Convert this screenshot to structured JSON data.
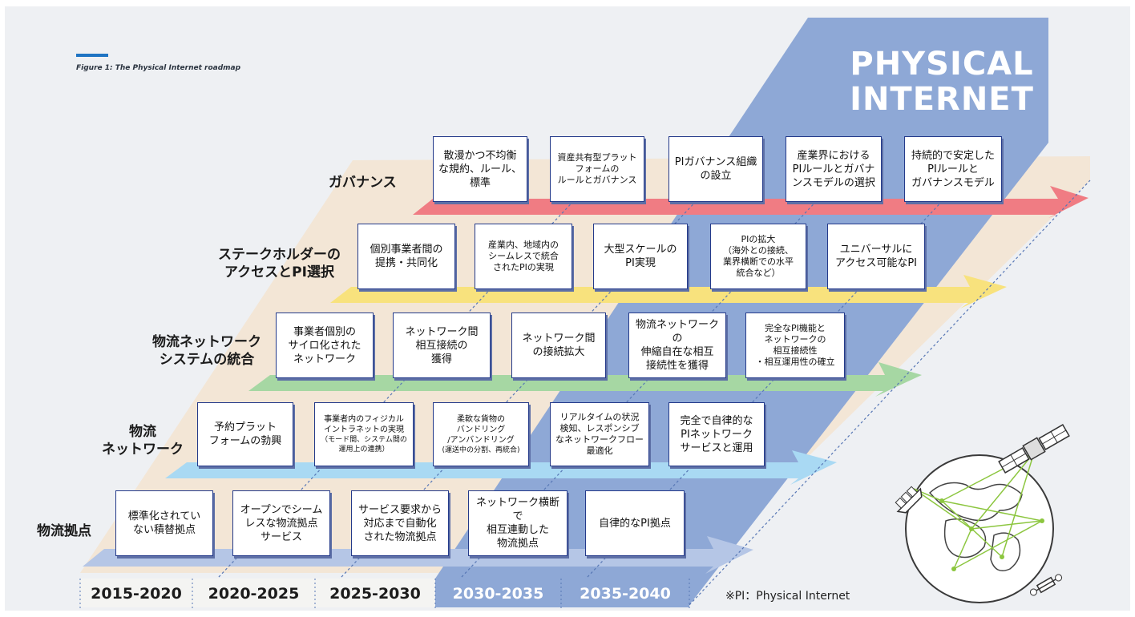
{
  "figure_caption": "Figure 1: The Physical Internet roadmap",
  "logo": {
    "line1": "PHYSICAL",
    "line2": "INTERNET"
  },
  "categories": {
    "governance": "ガバナンス",
    "stakeholder": "ステークホルダーの\nアクセスとPI選択",
    "system": "物流ネットワーク\nシステムの統合",
    "network": "物流\nネットワーク",
    "hub": "物流拠点"
  },
  "boxes": {
    "governance": [
      "散漫かつ不均衡\nな規約、ルール、\n標準",
      "資産共有型プラット\nフォームの\nルールとガバナンス",
      "PIガバナンス組織\nの設立",
      "産業界における\nPIルールとガバナ\nンスモデルの選択",
      "持続的で安定した\nPIルールと\nガバナンスモデル"
    ],
    "stakeholder": [
      "個別事業者間の\n提携・共同化",
      "産業内、地域内の\nシームレスで統合\nされたPIの実現",
      "大型スケールの\nPI実現",
      "PIの拡大\n（海外との接続、\n業界横断での水平\n統合など）",
      "ユニバーサルに\nアクセス可能なPI"
    ],
    "system": [
      "事業者個別の\nサイロ化された\nネットワーク",
      "ネットワーク間\n相互接続の\n獲得",
      "ネットワーク間\nの接続拡大",
      "物流ネットワークの\n伸縮自在な相互\n接続性を獲得",
      "完全なPI機能と\nネットワークの\n相互接続性\n・相互運用性の確立"
    ],
    "network": [
      "予約プラット\nフォームの勃興",
      "事業者内のフィジカル\nイントラネットの実現",
      "柔軟な貨物の\nバンドリング\n/アンバンドリング",
      "リアルタイムの状況\n検知、レスポンシブ\nなネットワークフロー\n最適化",
      "完全で自律的な\nPIネットワーク\nサービスと運用"
    ],
    "network_sub": {
      "b2": "（モード間、システム間の\n運用上の連携）",
      "b3": "(運送中の分割、再統合)"
    },
    "hub": [
      "標準化されてい\nない積替拠点",
      "オープンでシーム\nレスな物流拠点\nサービス",
      "サービス要求から\n対応まで自動化\nされた物流拠点",
      "ネットワーク横断で\n相互連動した\n物流拠点",
      "自律的なPI拠点"
    ]
  },
  "years": [
    "2015-2020",
    "2020-2025",
    "2025-2030",
    "2030-2035",
    "2035-2040"
  ],
  "footnote": "※PI：Physical Internet",
  "colors": {
    "governance": "#f07c83",
    "stakeholder": "#f8e27d",
    "system": "#a6d7a3",
    "network": "#a9d9f3",
    "hub": "#b5c6e6",
    "pi_band": "#8ea8d6",
    "box_border": "#243a8a",
    "fig_bar": "#1f74c3"
  },
  "icons": [
    "satellite-icon",
    "globe-network-icon",
    "ship-icon",
    "drone-icon"
  ]
}
